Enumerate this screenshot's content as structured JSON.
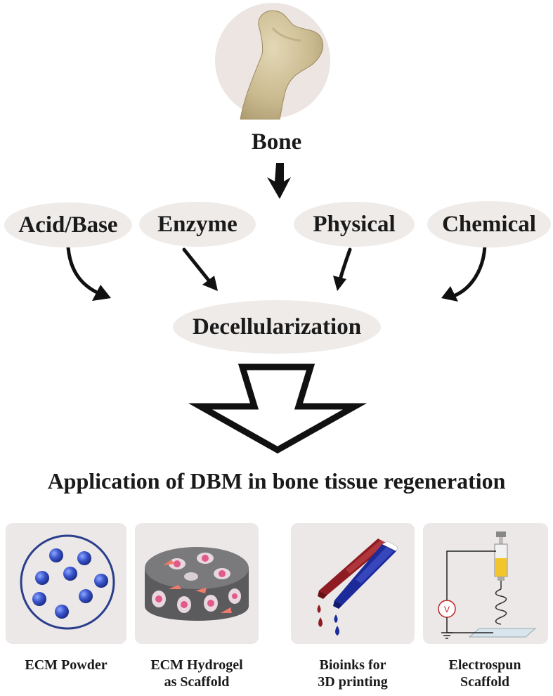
{
  "diagram": {
    "source": "Bone",
    "methods": [
      "Acid/Base",
      "Enzyme",
      "Physical",
      "Chemical"
    ],
    "process": "Decellularization",
    "heading": "Application of DBM in bone tissue regeneration",
    "applications": [
      {
        "line1": "ECM Powder",
        "line2": ""
      },
      {
        "line1": "ECM Hydrogel",
        "line2": "as Scaffold"
      },
      {
        "line1": "Bioinks for",
        "line2": "3D printing"
      },
      {
        "line1": "Electrospun",
        "line2": "Scaffold"
      }
    ],
    "voltmeter_symbol": "V"
  }
}
